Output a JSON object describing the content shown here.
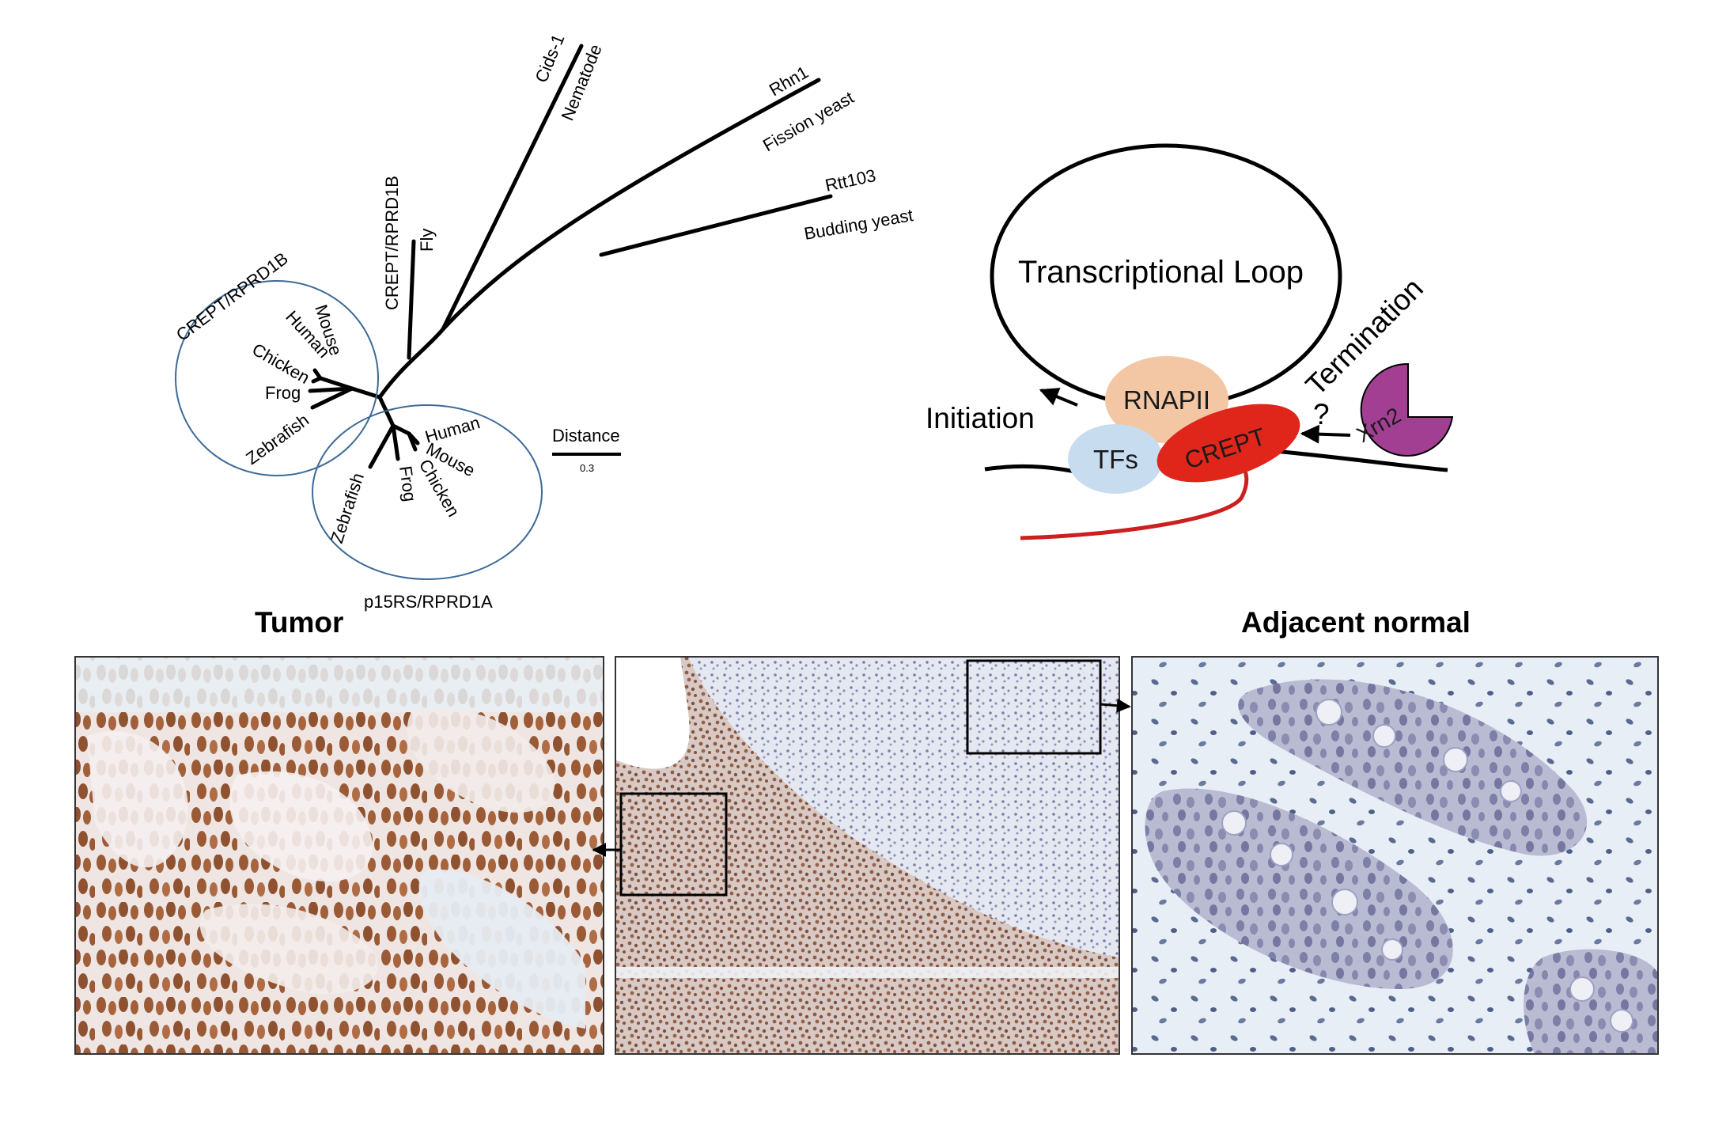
{
  "tree": {
    "group_b_label": "CREPT/RPRD1B",
    "group_b_species": [
      "Mouse",
      "Human",
      "Chicken",
      "Frog",
      "Zebrafish"
    ],
    "group_a_species": [
      "Human",
      "Mouse",
      "Chicken",
      "Frog",
      "Zebrafish"
    ],
    "group_a_label": "p15RS/RPRD1A",
    "fly_gene": "CREPT/RPRD1B",
    "fly_species": "Fly",
    "nematode_gene": "Cids-1",
    "nematode_species": "Nematode",
    "fission_gene": "Rhn1",
    "fission_species": "Fission yeast",
    "budding_gene": "Rtt103",
    "budding_species": "Budding yeast",
    "scale_label": "Distance",
    "scale_value": "0.3"
  },
  "model": {
    "loop_label": "Transcriptional Loop",
    "rnapii_label": "RNAPII",
    "tfs_label": "TFs",
    "crept_label": "CREPT",
    "xrn2_label": "Xrn2",
    "initiation_label": "Initiation",
    "termination_label": "Termination",
    "question_label": "?",
    "colors": {
      "rnapii": "#f4c7a4",
      "tfs": "#c8dcef",
      "crept": "#e0261b",
      "xrn2": "#a23f92",
      "rna": "#cc1f1f"
    }
  },
  "histology": {
    "tumor_title": "Tumor",
    "normal_title": "Adjacent normal",
    "colors": {
      "tumor_stain": "#9a5a36",
      "normal_stain": "#8d8fb8",
      "background": "#e9edf3"
    }
  }
}
